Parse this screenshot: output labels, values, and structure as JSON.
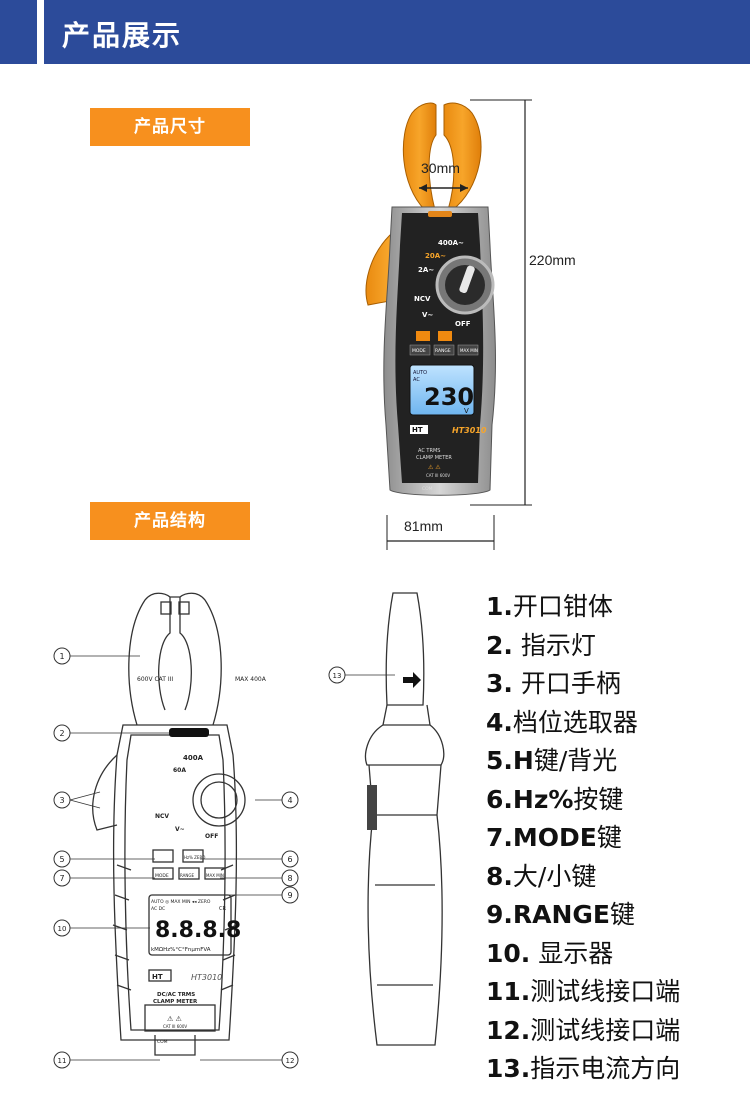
{
  "header": {
    "title": "产品展示"
  },
  "sections": {
    "size_tag": "产品尺寸",
    "structure_tag": "产品结构"
  },
  "dimensions": {
    "jaw_opening": "30mm",
    "height": "220mm",
    "width": "81mm"
  },
  "device": {
    "brand": "HT",
    "model": "HT3010",
    "lcd_value": "230",
    "lcd_unit": "V",
    "lcd_auto": "AUTO",
    "lcd_ac": "AC",
    "range_400a": "400A~",
    "range_20a": "20A~",
    "range_2a": "2A~",
    "range_ncv": "NCV",
    "range_v": "V~",
    "range_off": "OFF",
    "btn_mode": "MODE",
    "btn_range": "RANGE",
    "btn_max": "MAX MIN",
    "label_line1": "AC TRMS",
    "label_line2": "CLAMP METER",
    "cat_rating": "CAT III 600V",
    "jack_com": "COM"
  },
  "drawing": {
    "digits": "8.8.8.8",
    "units_row": "kMΩHz%°C°FnμmFVA",
    "status_row": "AUTO ◎ MAX MIN ◂◂ ZERO",
    "ac_dc": "AC DC",
    "cr": "CR",
    "model": "HT3010",
    "brand": "HT",
    "title1": "DC/AC TRMS",
    "title2": "CLAMP METER",
    "cat": "CAT III 600V",
    "com": "COM",
    "range_400a": "400A",
    "range_60a": "60A",
    "range_ncv": "NCV",
    "range_v": "V~",
    "range_off": "OFF",
    "btn_mode": "MODE",
    "btn_range": "RANGE",
    "btn_hz": "Hz% ZERO",
    "btn_max": "MAX MIN",
    "jaw_left_label": "600V CAT III",
    "jaw_right_label": "MAX 400A"
  },
  "callouts": [
    "1",
    "2",
    "3",
    "4",
    "5",
    "6",
    "7",
    "8",
    "9",
    "10",
    "11",
    "12",
    "13"
  ],
  "legend": [
    {
      "num": "1.",
      "text": "开口钳体"
    },
    {
      "num": "2.",
      "text": " 指示灯"
    },
    {
      "num": "3.",
      "text": " 开口手柄"
    },
    {
      "num": "4.",
      "text": "档位选取器"
    },
    {
      "num": "5.H",
      "text": "键/背光"
    },
    {
      "num": "6.Hz%",
      "text": "按键"
    },
    {
      "num": "7.MODE",
      "text": "键"
    },
    {
      "num": "8.",
      "text": "大/小键"
    },
    {
      "num": "9.RANGE",
      "text": "键"
    },
    {
      "num": "10.",
      "text": " 显示器"
    },
    {
      "num": "11.",
      "text": "测试线接口端"
    },
    {
      "num": "12.",
      "text": "测试线接口端"
    },
    {
      "num": "13.",
      "text": "指示电流方向"
    }
  ]
}
